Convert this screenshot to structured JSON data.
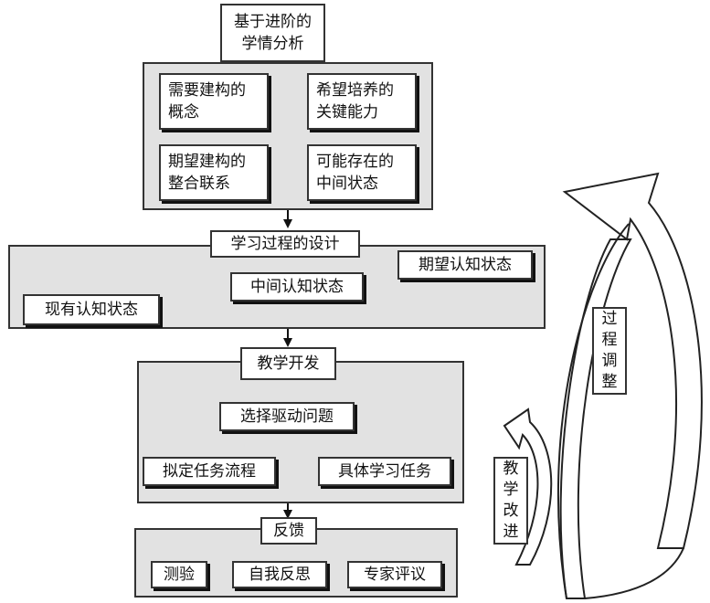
{
  "analysis": {
    "title_line1": "基于进阶的",
    "title_line2": "学情分析",
    "items": [
      {
        "line1": "需要建构的",
        "line2": "概念"
      },
      {
        "line1": "希望培养的",
        "line2": "关键能力"
      },
      {
        "line1": "期望建构的",
        "line2": "整合联系"
      },
      {
        "line1": "可能存在的",
        "line2": "中间状态"
      }
    ]
  },
  "design": {
    "title": "学习过程的设计",
    "current": "现有认知状态",
    "middle": "中间认知状态",
    "expected": "期望认知状态"
  },
  "development": {
    "title": "教学开发",
    "question": "选择驱动问题",
    "flow": "拟定任务流程",
    "tasks": "具体学习任务"
  },
  "feedback": {
    "title": "反馈",
    "items": [
      "测验",
      "自我反思",
      "专家评议"
    ]
  },
  "loops": {
    "adjust": [
      "过",
      "程",
      "调",
      "整"
    ],
    "improve": [
      "教",
      "学",
      "改",
      "进"
    ]
  }
}
